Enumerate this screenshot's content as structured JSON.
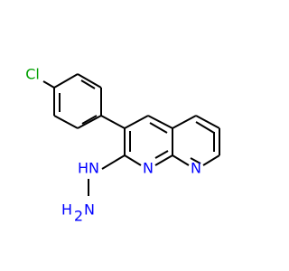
{
  "colors": {
    "background": "#ffffff",
    "bond": "#000000",
    "chlorine": "#00a000",
    "nitrogen": "#0000ff"
  },
  "atoms": {
    "chlorine": "Cl",
    "hydrazine_nh": "HN",
    "hydrazine_nh2_h": "H",
    "hydrazine_nh2_n": "N",
    "hydrazine_nh2_subscript": "2",
    "ring_n1": "N",
    "ring_n8": "N"
  }
}
